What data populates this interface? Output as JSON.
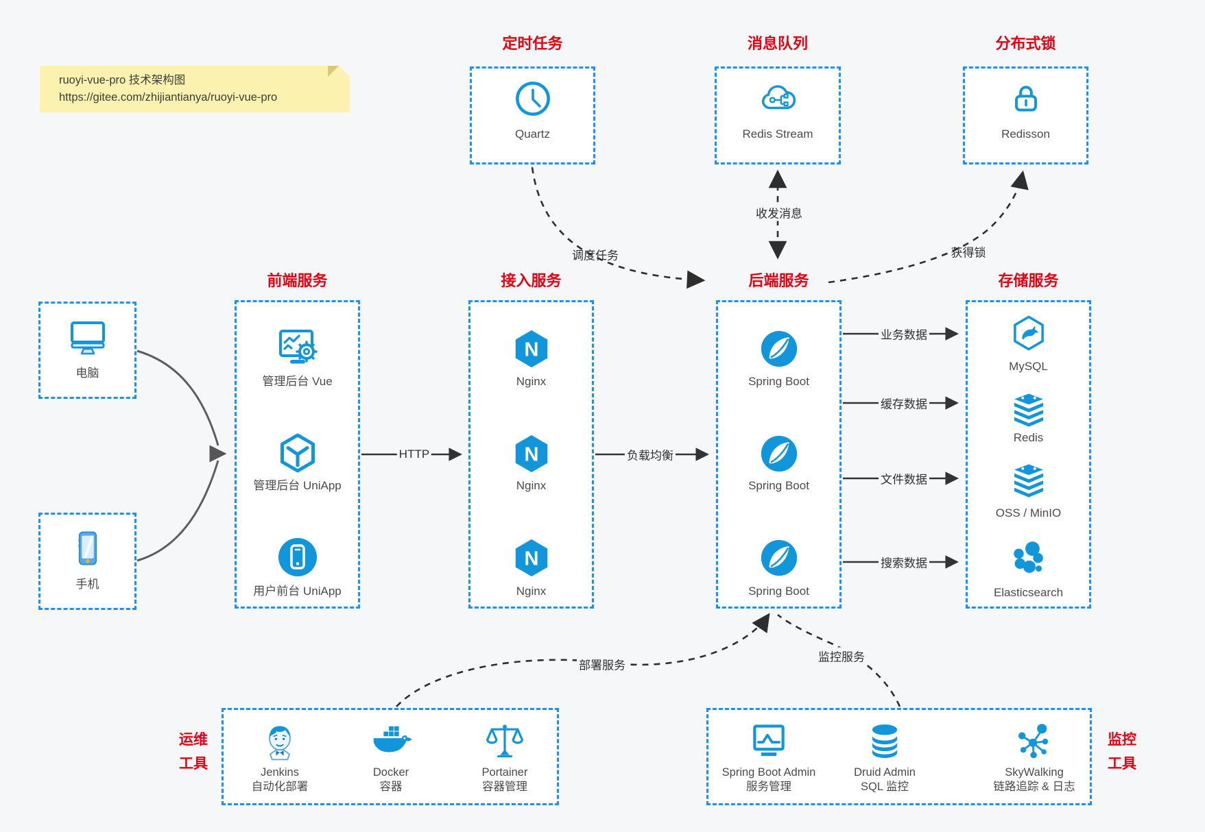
{
  "note": {
    "line1": "ruoyi-vue-pro 技术架构图",
    "line2": "https://gitee.com/zhijiantianya/ruoyi-vue-pro"
  },
  "colors": {
    "accent_blue": "#1890ff",
    "icon_blue": "#1296db",
    "title_red": "#e60012",
    "note_yellow": "#faf2ae"
  },
  "sections": {
    "scheduler": {
      "title": "定时任务",
      "item": "Quartz"
    },
    "mq": {
      "title": "消息队列",
      "item": "Redis Stream"
    },
    "lock": {
      "title": "分布式锁",
      "item": "Redisson"
    },
    "clients": {
      "computer": "电脑",
      "phone": "手机"
    },
    "frontend": {
      "title": "前端服务",
      "items": [
        "管理后台 Vue",
        "管理后台 UniApp",
        "用户前台 UniApp"
      ]
    },
    "gateway": {
      "title": "接入服务",
      "items": [
        "Nginx",
        "Nginx",
        "Nginx"
      ]
    },
    "backend": {
      "title": "后端服务",
      "items": [
        "Spring Boot",
        "Spring Boot",
        "Spring Boot"
      ]
    },
    "storage": {
      "title": "存储服务",
      "items": [
        "MySQL",
        "Redis",
        "OSS / MinIO",
        "Elasticsearch"
      ]
    },
    "ops": {
      "side_label_line1": "运维",
      "side_label_line2": "工具",
      "items": [
        {
          "name": "Jenkins",
          "desc": "自动化部署"
        },
        {
          "name": "Docker",
          "desc": "容器"
        },
        {
          "name": "Portainer",
          "desc": "容器管理"
        }
      ]
    },
    "monitoring": {
      "side_label_line1": "监控",
      "side_label_line2": "工具",
      "items": [
        {
          "name": "Spring Boot Admin",
          "desc": "服务管理"
        },
        {
          "name": "Druid Admin",
          "desc": "SQL 监控"
        },
        {
          "name": "SkyWalking",
          "desc": "链路追踪 & 日志"
        }
      ]
    }
  },
  "edges": {
    "schedule": "调度任务",
    "message": "收发消息",
    "acquire_lock": "获得锁",
    "http": "HTTP",
    "load_balance": "负载均衡",
    "business_data": "业务数据",
    "cache_data": "缓存数据",
    "file_data": "文件数据",
    "search_data": "搜索数据",
    "deploy": "部署服务",
    "monitor": "监控服务"
  }
}
